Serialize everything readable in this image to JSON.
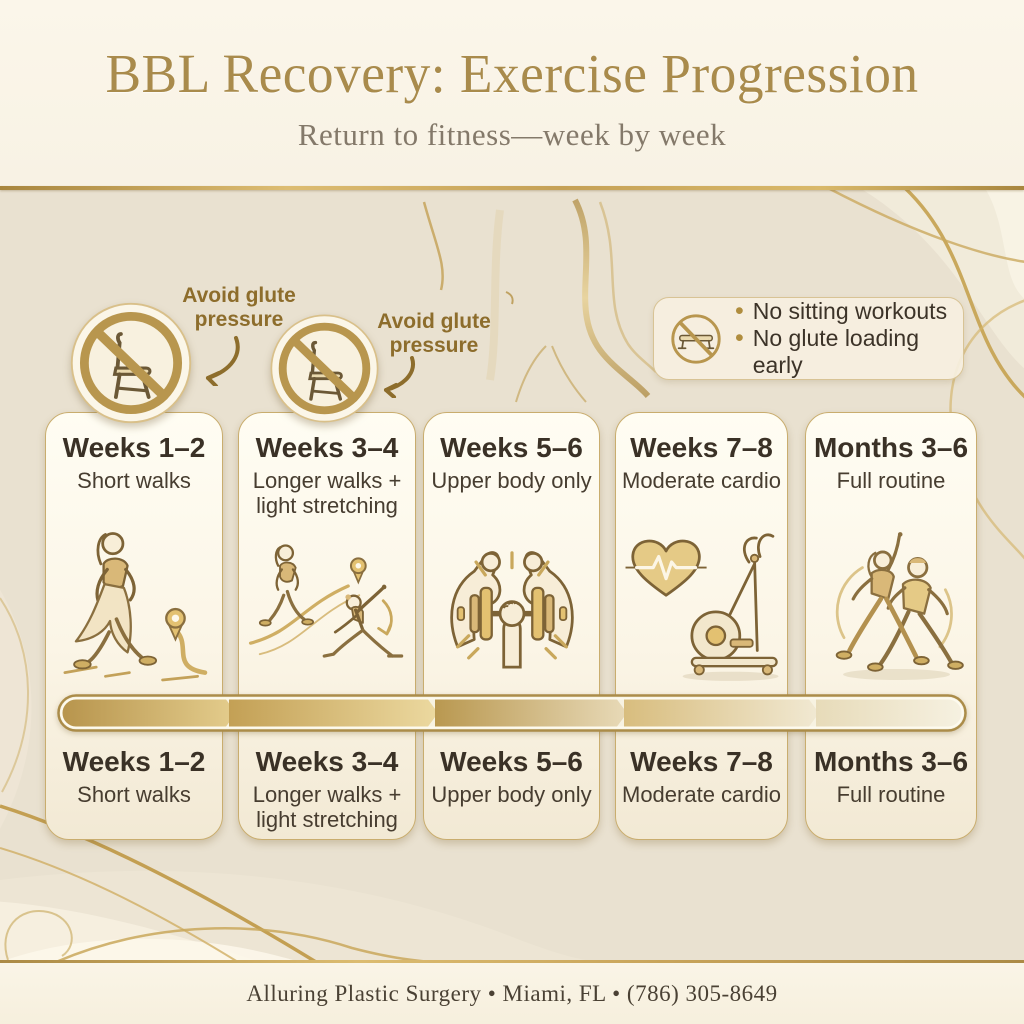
{
  "header": {
    "title": "BBL Recovery: Exercise Progression",
    "subtitle": "Return to fitness—week by week"
  },
  "warnings": {
    "badge_icon": "no-sitting-chair-icon",
    "labels": [
      "Avoid glute pressure",
      "Avoid glute pressure"
    ]
  },
  "callout": {
    "icon": "no-bench-icon",
    "bullet_char": "•",
    "items": [
      "No sitting workouts",
      "No glute loading early"
    ]
  },
  "timeline": {
    "bar_style": "gold-gradient-chevron-arrows",
    "stages": [
      {
        "title": "Weeks 1–2",
        "subtitle": "Short walks",
        "icon": "walking-woman-illustration"
      },
      {
        "title": "Weeks 3–4",
        "subtitle": "Longer walks + light stretching",
        "icon": "walking-and-stretching-illustration"
      },
      {
        "title": "Weeks 5–6",
        "subtitle": "Upper body only",
        "icon": "arms-dumbbell-illustration"
      },
      {
        "title": "Weeks 7–8",
        "subtitle": "Moderate cardio",
        "icon": "heart-elliptical-illustration"
      },
      {
        "title": "Months 3–6",
        "subtitle": "Full routine",
        "icon": "full-routine-illustration"
      }
    ]
  },
  "footer": {
    "text": "Alluring Plastic Surgery • Miami, FL • (786) 305-8649"
  },
  "colors": {
    "background": "#e9e1d0",
    "header_background": "#f9f3e6",
    "gold_accent": "#b8964e",
    "title_gold": "#a98b4c",
    "dark_text": "#3a3126",
    "card_border": "#c9ad6e",
    "card_background": "#fbf5e6"
  }
}
